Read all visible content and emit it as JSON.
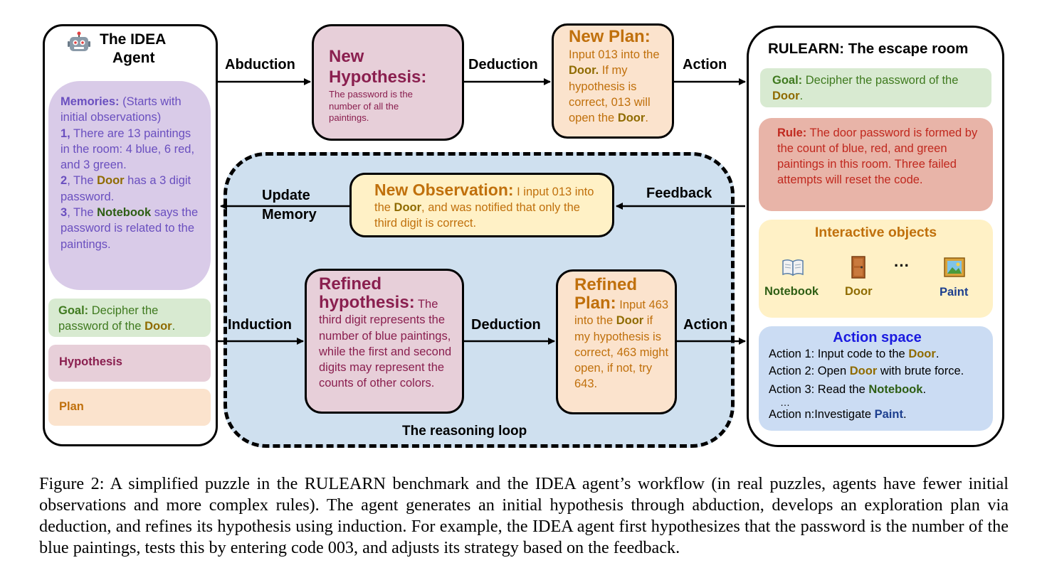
{
  "agent": {
    "title_line1": "The IDEA",
    "title_line2": "Agent",
    "memories_head": "Memories:",
    "memories_tail": " (Starts with initial observations)",
    "mem1_num": "1,",
    "mem1_text": " There are 13 paintings in the room: 4 blue, 6 red, and 3 green.",
    "mem2_num": "2",
    "mem2_pre": ", The ",
    "mem2_door": "Door",
    "mem2_post": "  has a 3 digit password.",
    "mem3_num": "3",
    "mem3_pre": ", The ",
    "mem3_notebook": "Notebook",
    "mem3_post": " says the password is related to the paintings.",
    "goal_head": "Goal:",
    "goal_pre": " Decipher the password of the ",
    "goal_door": "Door",
    "goal_post": ".",
    "hypothesis": "Hypothesis",
    "plan": "Plan"
  },
  "edges": {
    "abduction": "Abduction",
    "deduction_top": "Deduction",
    "action_top": "Action",
    "update": "Update",
    "memory": "Memory",
    "feedback": "Feedback",
    "induction": "Induction",
    "deduction_bottom": "Deduction",
    "action_bottom": "Action"
  },
  "new_hypothesis": {
    "title_line1": "New",
    "title_line2": "Hypothesis:",
    "body": "The password is the number of all the paintings."
  },
  "new_plan": {
    "title": "New Plan:",
    "pre": "Input 013 into the ",
    "door1": "Door.",
    "mid": " If my hypothesis is correct, 013 will open the ",
    "door2": "Door",
    "post": "."
  },
  "new_observation": {
    "title": "New Observation:",
    "pre": " I input 013 into the ",
    "door": "Door",
    "post": ", and was notified that only the third digit is correct."
  },
  "refined_hypothesis": {
    "title_line1": "Refined",
    "title_line2": "hypothesis:",
    "body": " The third digit represents the number of blue paintings, while the first and second digits may represent the counts of other colors."
  },
  "refined_plan": {
    "title_line1": "Refined",
    "title_line2": "Plan:",
    "pre": " Input 463 into the ",
    "door": "Door",
    "post": " if my hypothesis is correct, 463 might open, if not, try 643."
  },
  "loop_label": "The reasoning loop",
  "room": {
    "title": "RULEARN: The escape room",
    "goal_head": "Goal:",
    "goal_pre": " Decipher the password of the ",
    "goal_door": "Door",
    "goal_post": ".",
    "rule_head": "Rule:",
    "rule_body": " The door password is formed by the count of blue, red, and green paintings in this room. Three failed attempts will reset the code.",
    "objects_title": "Interactive objects",
    "obj_notebook": "Notebook",
    "obj_door": "Door",
    "obj_ellipsis": "···",
    "obj_paint": "Paint",
    "action_title": "Action space",
    "a1_pre": "Action 1: Input code to the ",
    "a1_obj": "Door",
    "a1_post": ".",
    "a2_pre": "Action 2: Open ",
    "a2_obj": "Door",
    "a2_post": " with brute force.",
    "a3_pre": "Action 3: Read the ",
    "a3_obj": "Notebook",
    "a3_post": ".",
    "a_dots": "…",
    "an_pre": "Action n:Investigate ",
    "an_obj": "Paint",
    "an_post": "."
  },
  "caption": {
    "label": "Figure 2:",
    "text": " A simplified puzzle in the RULEARN benchmark and the IDEA agent’s workflow (in real puzzles, agents have fewer initial observations and more complex rules). The agent generates an initial hypothesis through abduction, develops an exploration plan via deduction, and refines its hypothesis using induction. For example, the IDEA agent first hypothesizes that the password is the number of the blue paintings, tests this by entering code 003, and adjusts its strategy based on the feedback."
  },
  "colors": {
    "memory_bg": "#d9cbe8",
    "goal_bg": "#d8ead1",
    "hypothesis_bg": "#e7cfd9",
    "plan_bg": "#fbe3cd",
    "observation_bg": "#fff1c6",
    "loop_bg": "#cfe0ef",
    "rule_bg": "#e8b4a8",
    "action_bg": "#cbdcf3"
  },
  "icons": [
    "robot-icon",
    "book-icon",
    "door-icon",
    "painting-icon"
  ]
}
